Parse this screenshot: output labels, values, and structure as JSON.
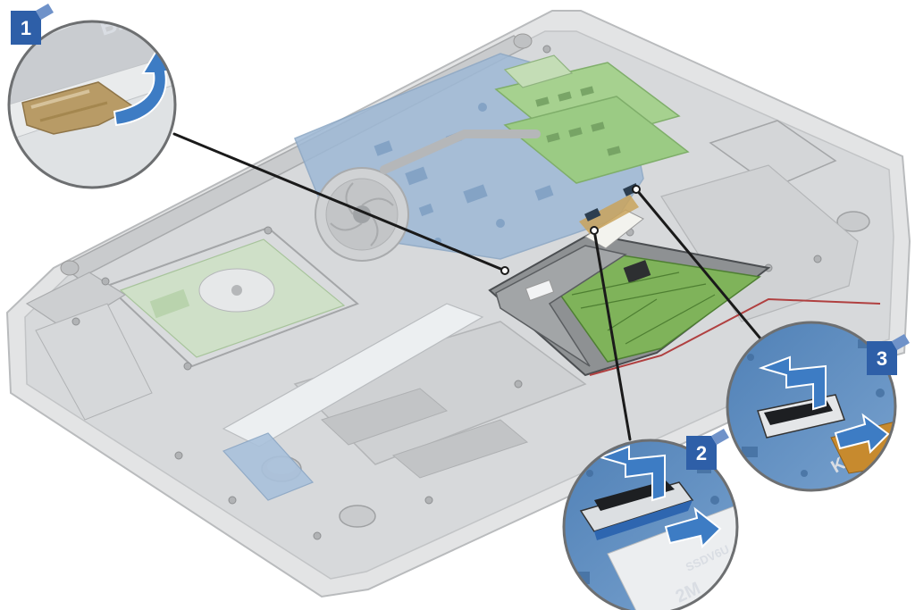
{
  "steps": [
    {
      "label": "1"
    },
    {
      "label": "2"
    },
    {
      "label": "3"
    }
  ],
  "silkscreen": {
    "battery_mark": "BA",
    "cable_mark_right": "K",
    "cable_text_lower": "2M",
    "cable_text_lower_2": "SSDV6U"
  },
  "colors": {
    "step_badge": "#2e5fa8",
    "arrow": "#3d7cc4",
    "arrow_edge": "#ffffff",
    "board": "#5f8fc0",
    "pcb_green": "#8cc17a",
    "chassis": "#c7c9cb",
    "callout_line": "#1a1a1a",
    "kapton_tape": "#b89b66"
  },
  "icons": [
    "curved-peel-arrow-icon",
    "lift-arrow-icon",
    "pull-arrow-icon"
  ]
}
